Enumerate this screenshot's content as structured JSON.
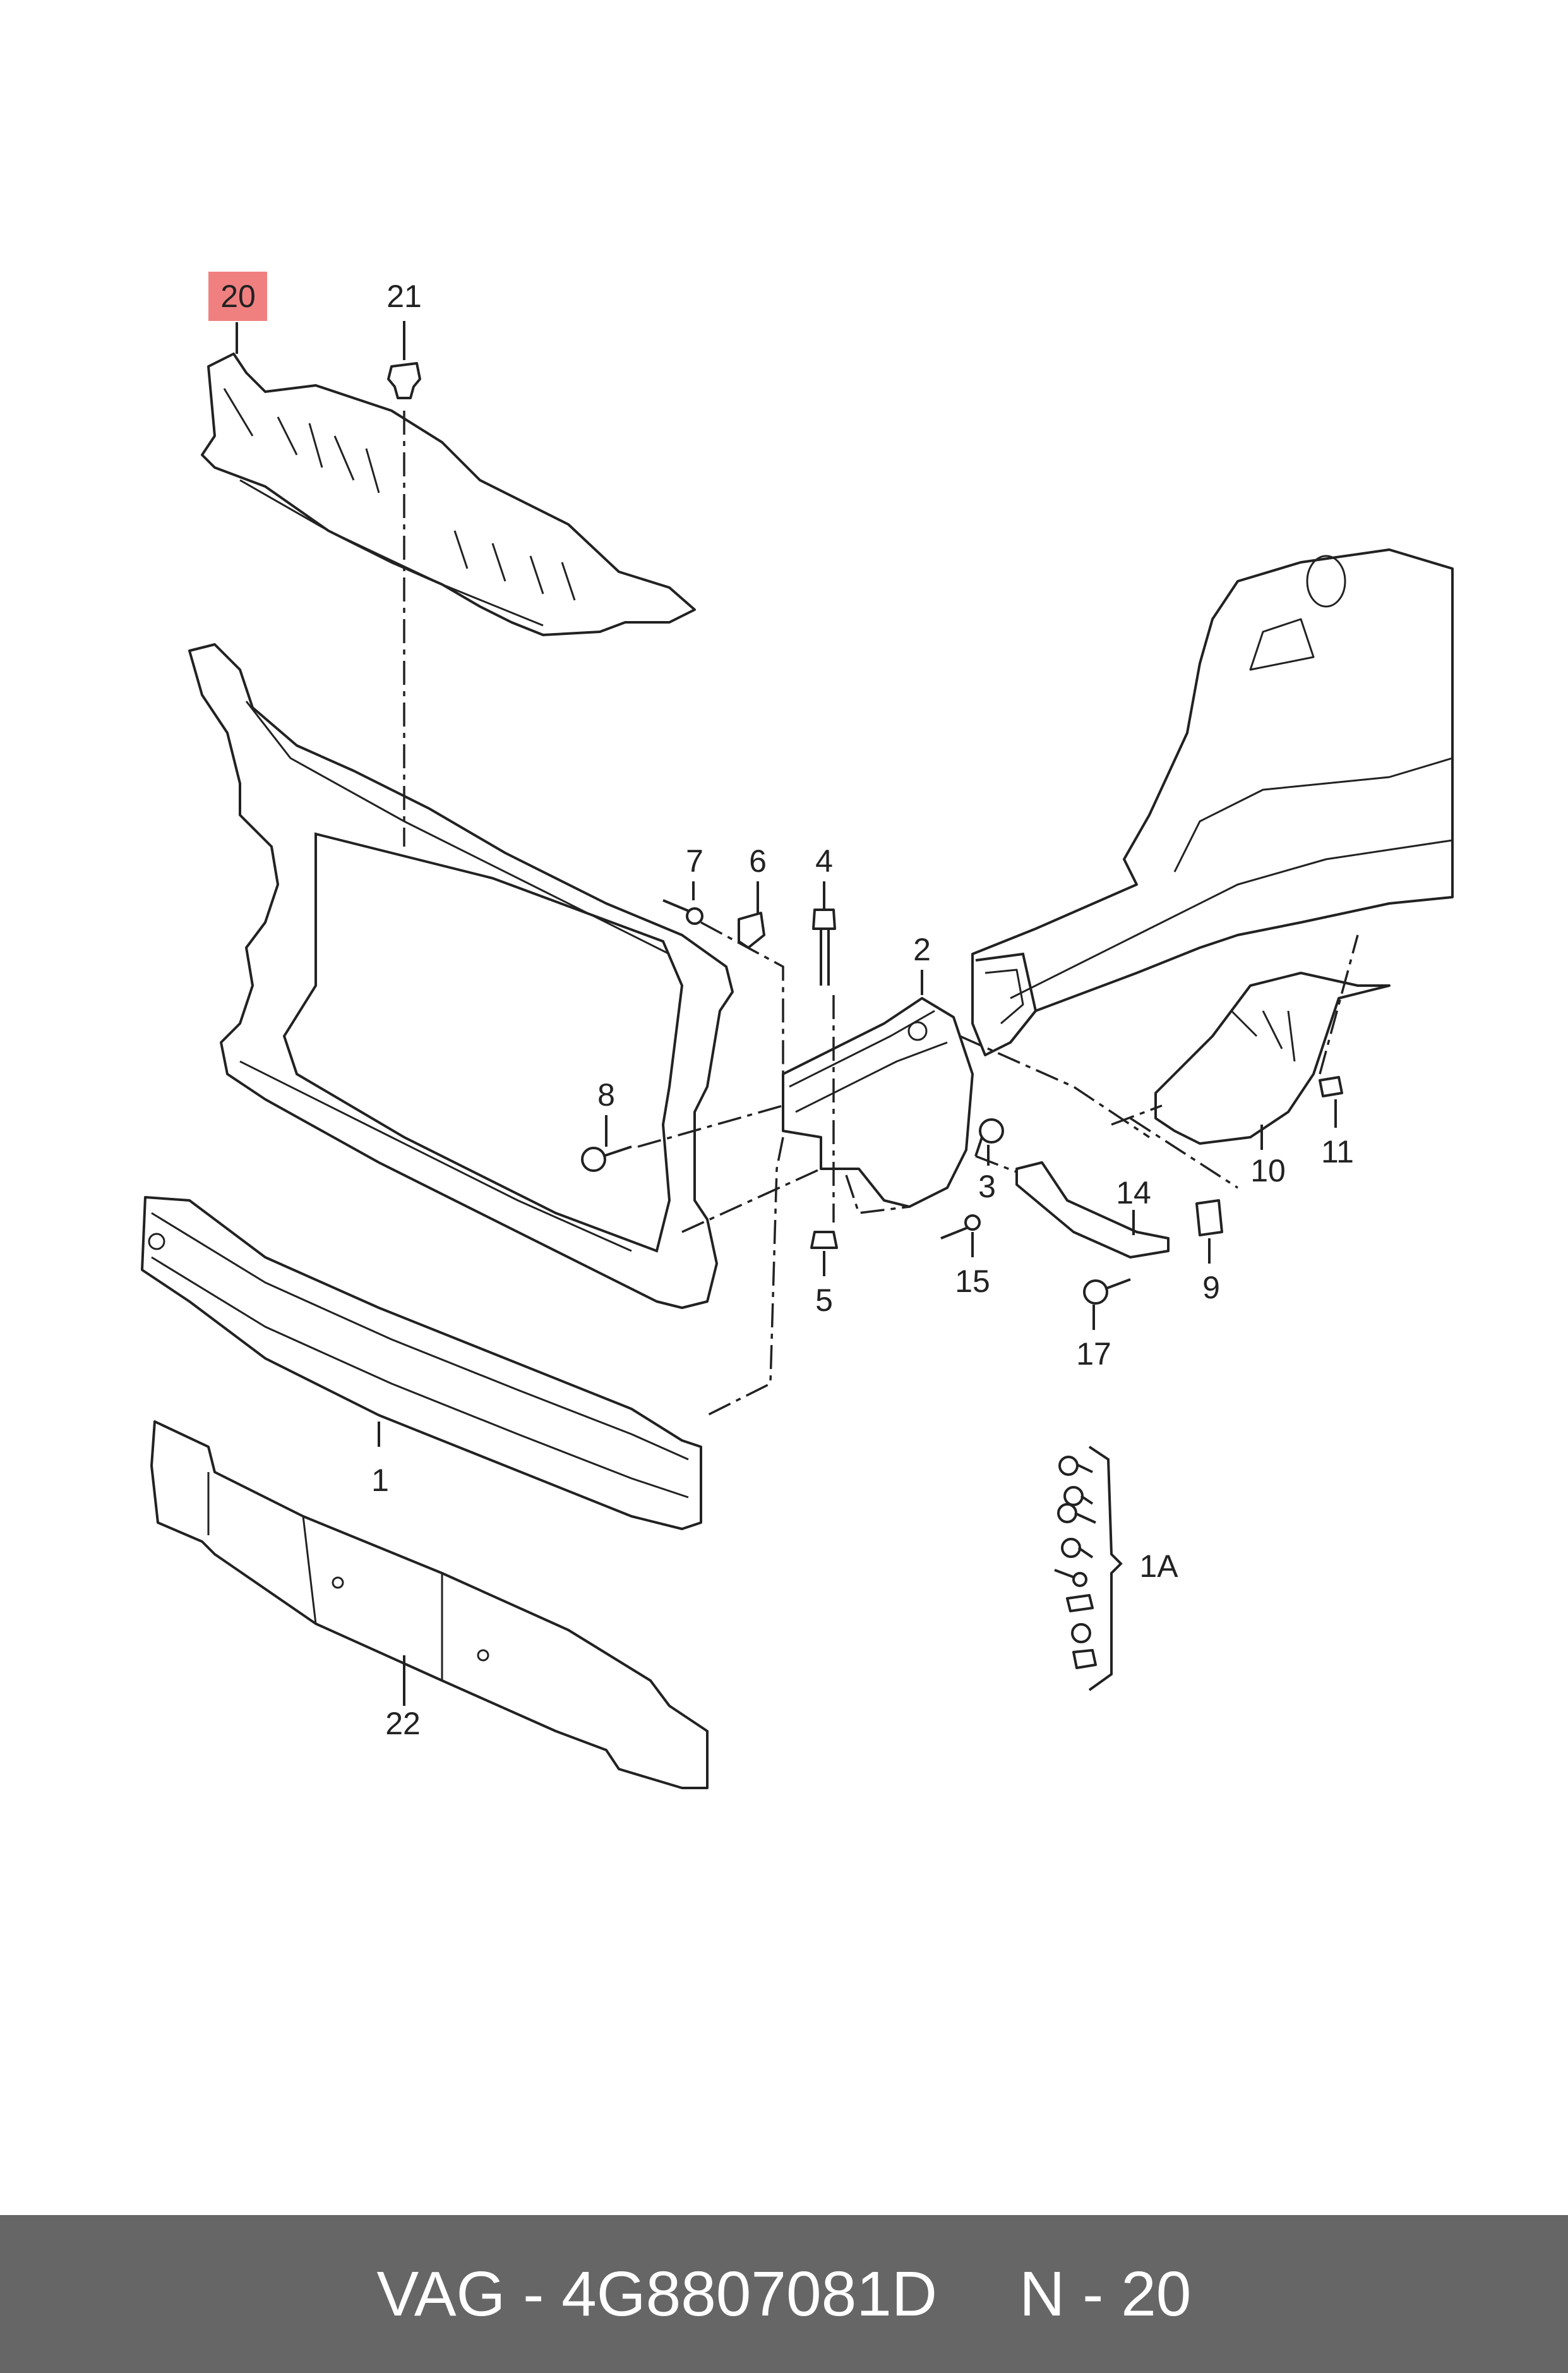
{
  "diagram": {
    "highlight_color": "#f08080",
    "callouts": {
      "c1": "1",
      "c1a": "1A",
      "c2": "2",
      "c3": "3",
      "c4": "4",
      "c5": "5",
      "c6": "6",
      "c7": "7",
      "c8": "8",
      "c9": "9",
      "c10": "10",
      "c11": "11",
      "c14": "14",
      "c15": "15",
      "c17": "17",
      "c20": "20",
      "c21": "21",
      "c22": "22"
    }
  },
  "footer": {
    "brand_part": "VAG - 4G8807081D",
    "ref": "N - 20",
    "background": "#666666"
  }
}
